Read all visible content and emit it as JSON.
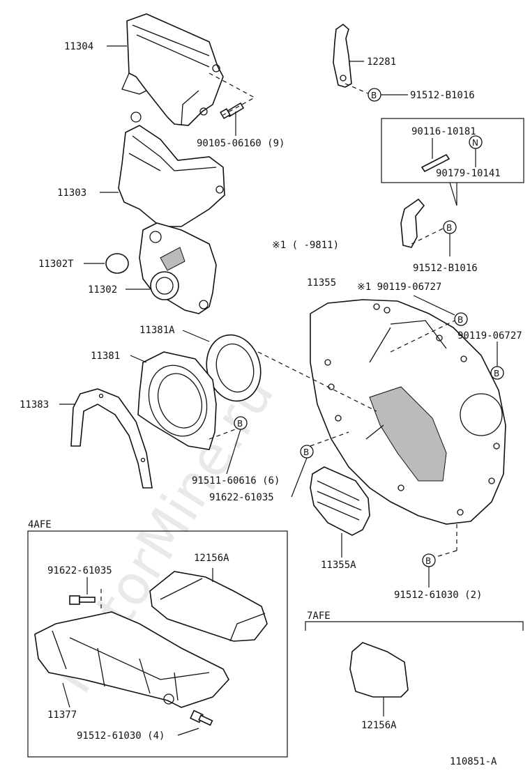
{
  "watermark": "MotorMine.ru",
  "labels": {
    "p11304": "11304",
    "p12281": "12281",
    "b_91512_B1016_top": "91512-B1016",
    "p90105_06160": "90105-06160 (9)",
    "p90116_10181": "90116-10181",
    "p90179_10141": "90179-10141",
    "p11303": "11303",
    "note1": "※1  (     -9811)",
    "b_91512_B1016_mid": "91512-B1016",
    "p11302T": "11302T",
    "p11302": "11302",
    "p11355": "11355",
    "p90119_06727_a": "※1 90119-06727",
    "p90119_06727_b": "90119-06727",
    "p11381A": "11381A",
    "p11381": "11381",
    "p11383": "11383",
    "p91511_60616": "91511-60616 (6)",
    "p91622_61035_main": "91622-61035",
    "p11355A": "11355A",
    "p91512_61030_2": "91512-61030 (2)",
    "sec_4afe": "4AFE",
    "p12156A_4afe": "12156A",
    "p91622_61035_4afe": "91622-61035",
    "p11377": "11377",
    "p91512_61030_4": "91512-61030 (4)",
    "sec_7afe": "7AFE",
    "p12156A_7afe": "12156A",
    "ref": "110851-A"
  },
  "markers": {
    "b": "B",
    "n": "N"
  }
}
